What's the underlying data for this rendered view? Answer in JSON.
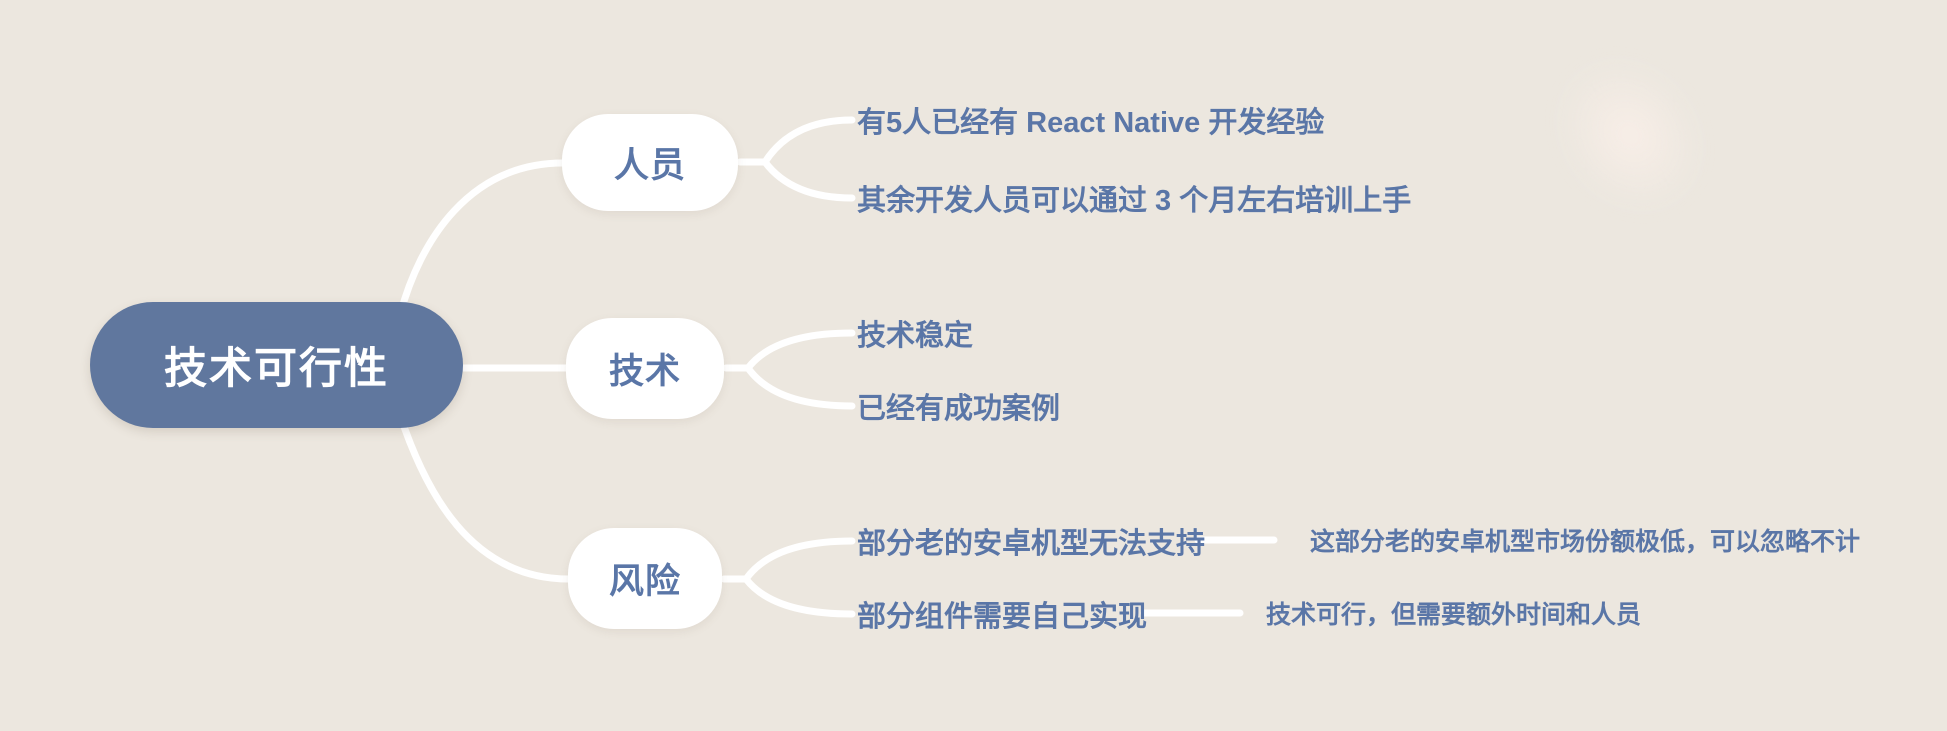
{
  "colors": {
    "background": "#ece7df",
    "root_fill": "#60779e",
    "root_text": "#ffffff",
    "pill_fill": "#ffffff",
    "topic_text": "#5a76a7",
    "line": "#ffffff"
  },
  "mindmap": {
    "root": {
      "label": "技术可行性"
    },
    "branches": [
      {
        "label": "人员",
        "children": [
          {
            "label": "有5人已经有 React Native 开发经验"
          },
          {
            "label": "其余开发人员可以通过 3 个月左右培训上手"
          }
        ]
      },
      {
        "label": "技术",
        "children": [
          {
            "label": "技术稳定"
          },
          {
            "label": "已经有成功案例"
          }
        ]
      },
      {
        "label": "风险",
        "children": [
          {
            "label": "部分老的安卓机型无法支持",
            "children": [
              {
                "label": "这部分老的安卓机型市场份额极低，可以忽略不计"
              }
            ]
          },
          {
            "label": "部分组件需要自己实现",
            "children": [
              {
                "label": "技术可行，但需要额外时间和人员"
              }
            ]
          }
        ]
      }
    ]
  }
}
